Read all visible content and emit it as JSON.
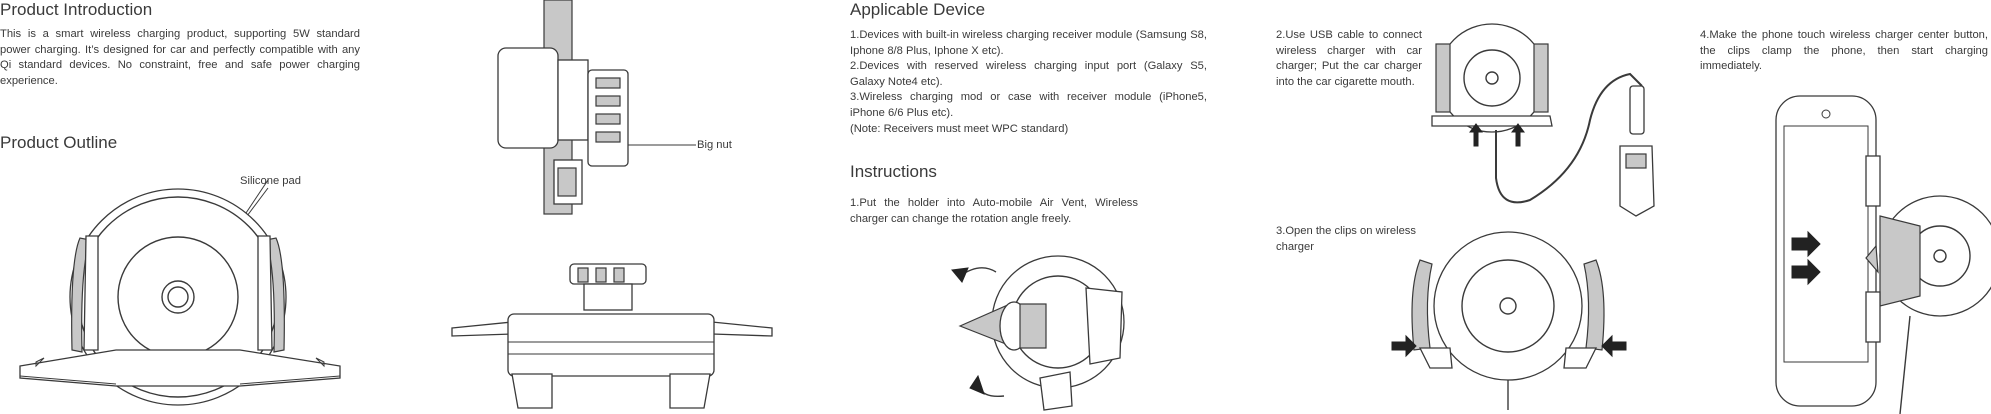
{
  "intro": {
    "title": "Product Introduction",
    "body": "This is a smart wireless charging product, supporting 5W standard power charging. It’s designed for car and perfectly compatible with any Qi standard devices. No constraint, free and safe power charging experience."
  },
  "outline": {
    "title": "Product Outline",
    "callout_silicone": "Silicone pad",
    "callout_nut": "Big nut"
  },
  "applicable": {
    "title": "Applicable Device",
    "body": "1.Devices with built-in wireless charging receiver module (Samsung S8, Iphone 8/8 Plus, Iphone X etc).\n2.Devices with reserved wireless charging input port (Galaxy S5, Galaxy Note4 etc).\n3.Wireless charging mod or case with receiver module (iPhone5, iPhone 6/6 Plus etc).\n(Note:  Receivers must meet WPC standard)"
  },
  "instructions": {
    "title": "Instructions",
    "step1": "1.Put the holder into Auto-mobile Air Vent, Wireless charger can change the rotation angle freely.",
    "step2": "2.Use USB cable to connect wireless charger with car charger; Put the car charger into the car cigarette mouth.",
    "step3": "3.Open the clips on wireless charger",
    "step4": "4.Make the phone touch wireless charger center button, the clips clamp the phone, then start charging immediately."
  }
}
